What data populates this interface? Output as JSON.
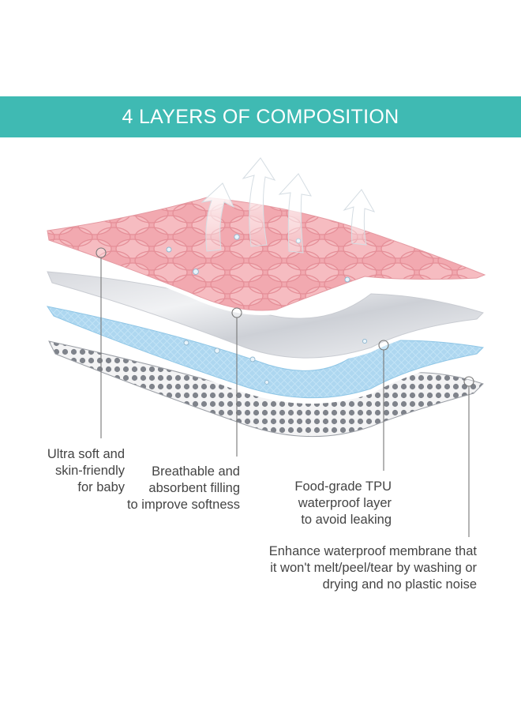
{
  "header": {
    "title": "4 LAYERS OF COMPOSITION"
  },
  "layers": [
    {
      "label": "Ultra soft and\nskin-friendly\nfor baby"
    },
    {
      "label": "Breathable and\nabsorbent filling\nto improve softness"
    },
    {
      "label": "Food-grade TPU\nwaterproof layer\nto avoid leaking"
    },
    {
      "label": "Enhance waterproof membrane that\nit won't melt/peel/tear by washing or\ndrying and no plastic noise"
    }
  ],
  "colors": {
    "banner": "#3fbab3",
    "top_layer": "#f3aeb4",
    "filling_layer": "#e4e6ea",
    "tpu_layer": "#b6dcf2",
    "membrane_layer": "#8b8f97",
    "leader_line": "#777777"
  }
}
